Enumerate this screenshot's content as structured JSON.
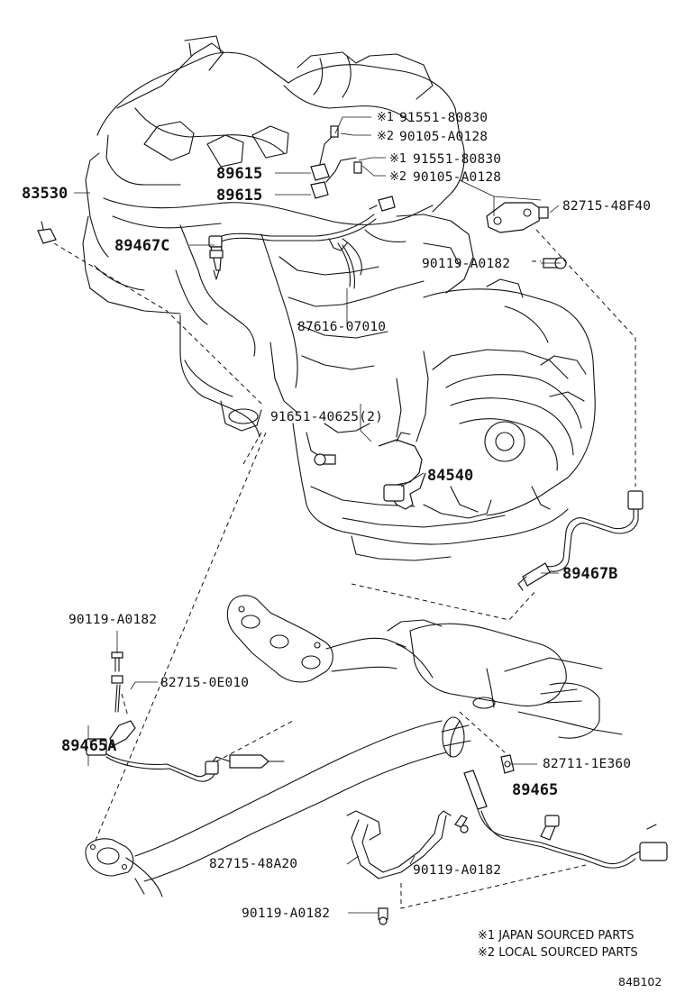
{
  "parts": {
    "p91551_80830_a": "91551-80830",
    "p90105_a0128_a": "90105-A0128",
    "p91551_80830_b": "91551-80830",
    "p90105_a0128_b": "90105-A0128",
    "p89615_a": "89615",
    "p89615_b": "89615",
    "p83530": "83530",
    "p82715_48f40": "82715-48F40",
    "p89467c": "89467C",
    "p90119_a0182_top": "90119-A0182",
    "p87616_07010": "87616-07010",
    "p91651_40625": "91651-40625(2)",
    "p84540": "84540",
    "p89467b": "89467B",
    "p90119_a0182_left": "90119-A0182",
    "p82715_0e010": "82715-0E010",
    "p89465a": "89465A",
    "p82711_1e360": "82711-1E360",
    "p89465": "89465",
    "p82715_48a20": "82715-48A20",
    "p90119_a0182_mid": "90119-A0182",
    "p90119_a0182_bot": "90119-A0182"
  },
  "marks": {
    "m1": "※1",
    "m2": "※2"
  },
  "legend": {
    "line1": "※1 JAPAN SOURCED PARTS",
    "line2": "※2 LOCAL SOURCED PARTS"
  },
  "diagram_code": "84B102"
}
